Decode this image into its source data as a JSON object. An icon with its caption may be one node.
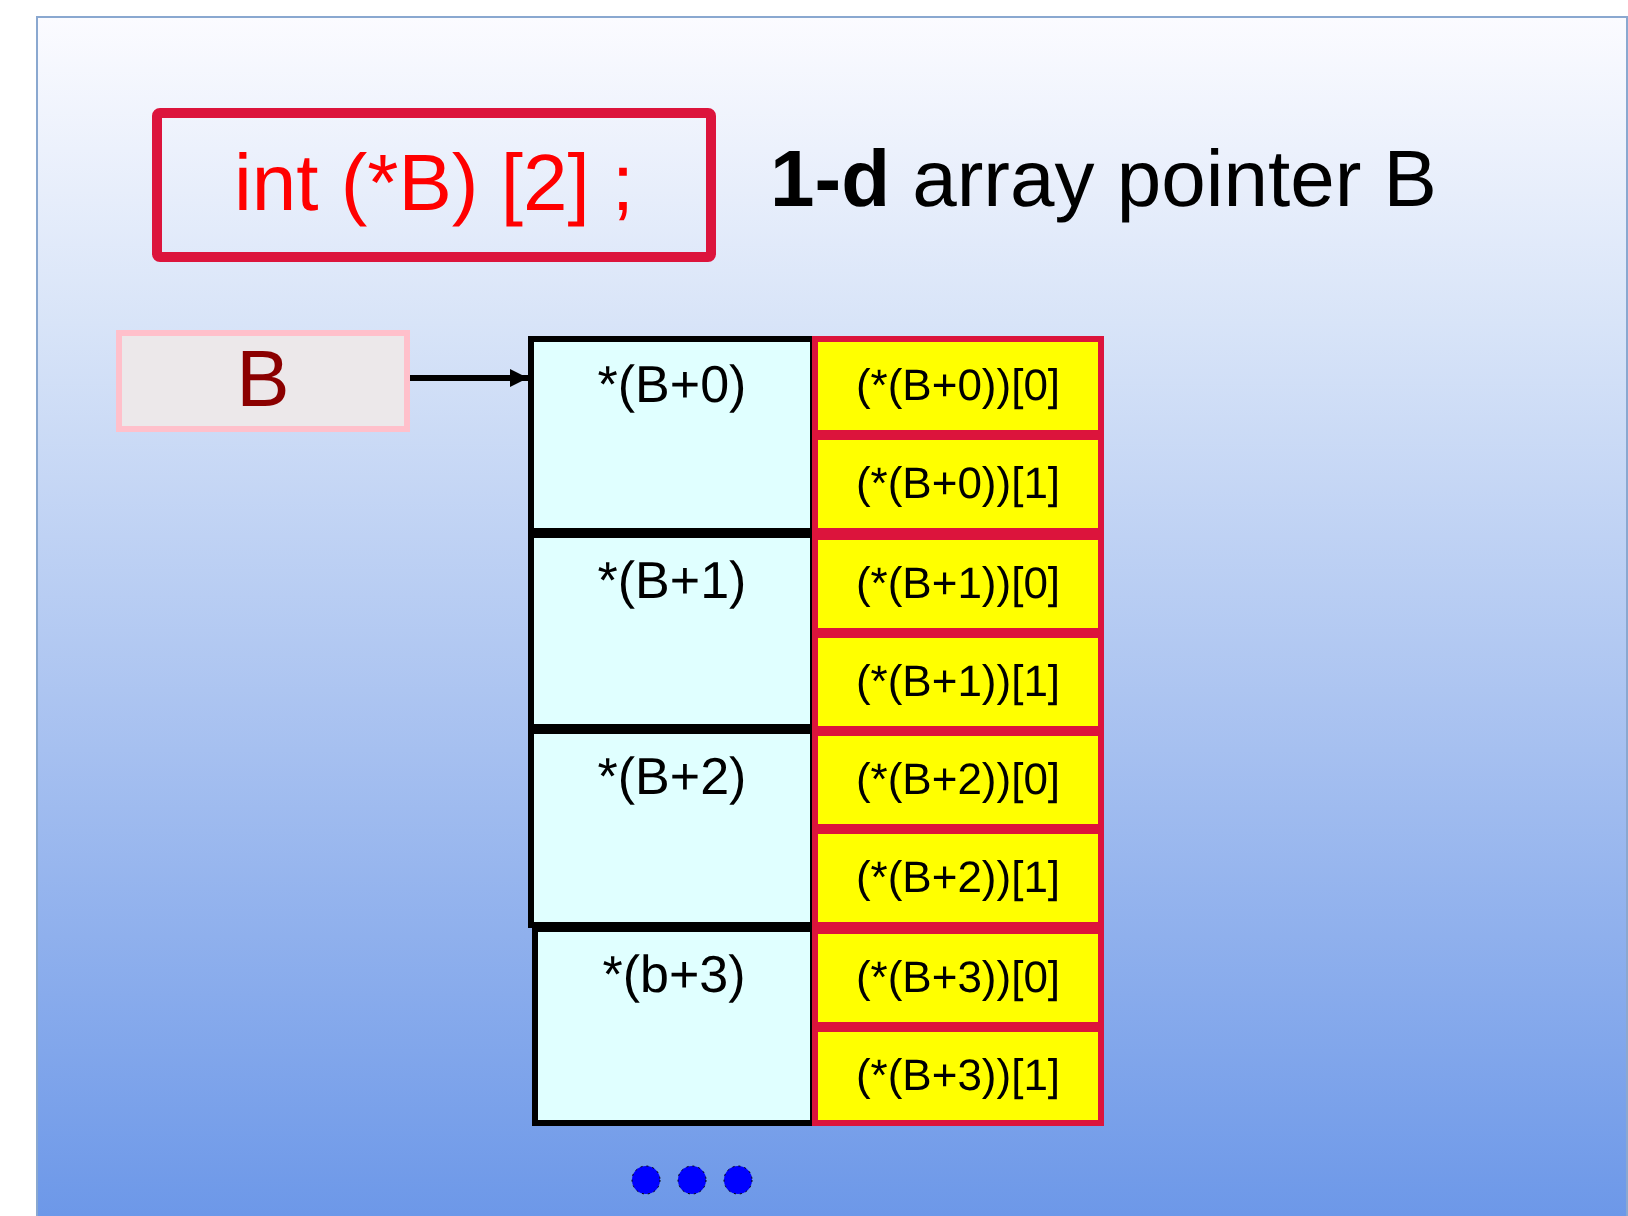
{
  "diagram": {
    "nodes": [
      {
        "text": [
          "int (*B) [2] ;"
        ]
      },
      {
        "text": [
          "B"
        ]
      },
      {
        "text": [
          "*(B+0)"
        ]
      },
      {
        "text": [
          "*(B+1)"
        ]
      },
      {
        "text": [
          "*(B+2)"
        ]
      },
      {
        "text": [
          "*(b+3)"
        ]
      },
      {
        "text": [
          "(*(B+0))[0]"
        ]
      },
      {
        "text": [
          "(*(B+0))[1]"
        ]
      },
      {
        "text": [
          "(*(B+1))[0]"
        ]
      },
      {
        "text": [
          "(*(B+1))[1]"
        ]
      },
      {
        "text": [
          "(*(B+2))[0]"
        ]
      },
      {
        "text": [
          "(*(B+2))[1]"
        ]
      },
      {
        "text": [
          "(*(B+3))[0]"
        ]
      },
      {
        "text": [
          "(*(B+3))[1]"
        ]
      }
    ],
    "edges": [
      {
        "from": 1,
        "to": 2,
        "arrow": "to"
      }
    ],
    "labels": [
      "**1-d** array pointer B"
    ]
  }
}
